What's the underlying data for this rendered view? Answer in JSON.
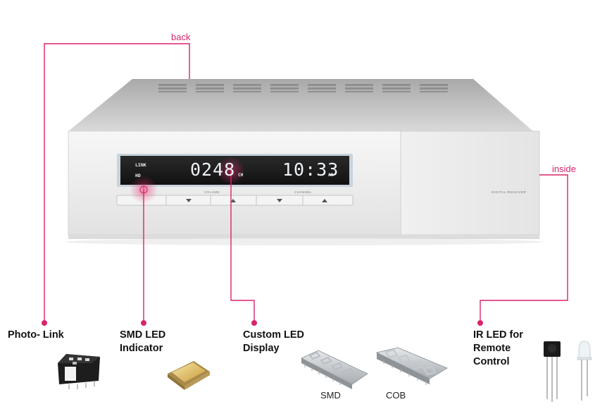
{
  "callouts": {
    "back": "back",
    "inside": "inside"
  },
  "device": {
    "display": {
      "link": "LINK",
      "hd": "HD",
      "channel": "0248",
      "channel_unit": "CH",
      "time": "10:33",
      "time_unit": "AM"
    },
    "volume_label": "VOLUME",
    "channel_label": "CHANNEL",
    "brand": "DIGITAL RECEIVER"
  },
  "components": [
    {
      "label_line1": "Photo- Link",
      "label_line2": ""
    },
    {
      "label_line1": "SMD LED",
      "label_line2": "Indicator"
    },
    {
      "label_line1": "Custom LED",
      "label_line2": "Display"
    },
    {
      "label_line1": "IR LED for",
      "label_line2": "Remote",
      "label_line3": "Control"
    }
  ],
  "display_types": {
    "smd": "SMD",
    "cob": "COB"
  },
  "colors": {
    "accent": "#d8246c",
    "device_body": "#eeeeee",
    "lcd_bg": "#1a1a1a"
  },
  "icons": {
    "power": "power-icon",
    "down": "triangle-down-icon",
    "up": "triangle-up-icon"
  }
}
